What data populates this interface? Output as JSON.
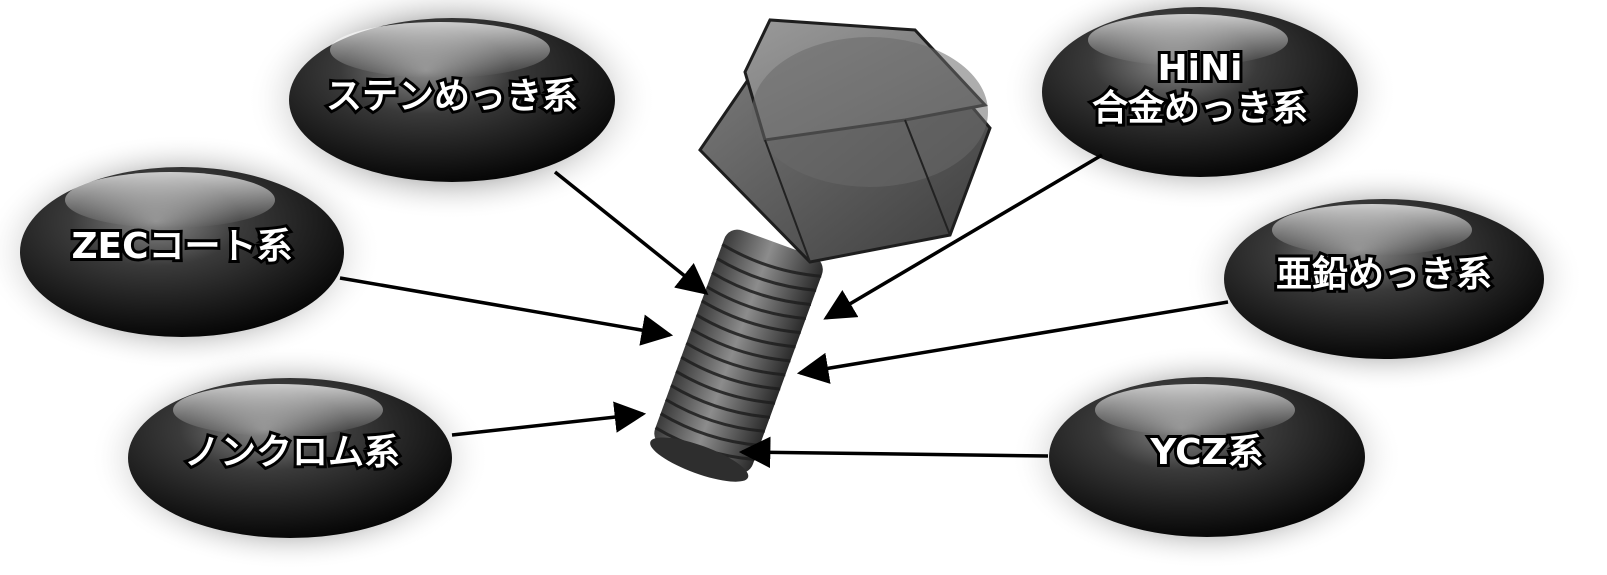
{
  "diagram": {
    "center_object": "bolt",
    "colors": {
      "background": "#ffffff",
      "bubble_fill": "#1a1a1a",
      "arrow": "#000000",
      "label_text": "#ffffff"
    },
    "bubbles": [
      {
        "id": "sten",
        "lines": [
          "ステンめっき系"
        ]
      },
      {
        "id": "zec",
        "lines": [
          "ZECコート系"
        ]
      },
      {
        "id": "nonchrome",
        "lines": [
          "ノンクロム系"
        ]
      },
      {
        "id": "hini",
        "lines": [
          "HiNi",
          "合金めっき系"
        ]
      },
      {
        "id": "zinc",
        "lines": [
          "亜鉛めっき系"
        ]
      },
      {
        "id": "ycz",
        "lines": [
          "YCZ系"
        ]
      }
    ]
  }
}
